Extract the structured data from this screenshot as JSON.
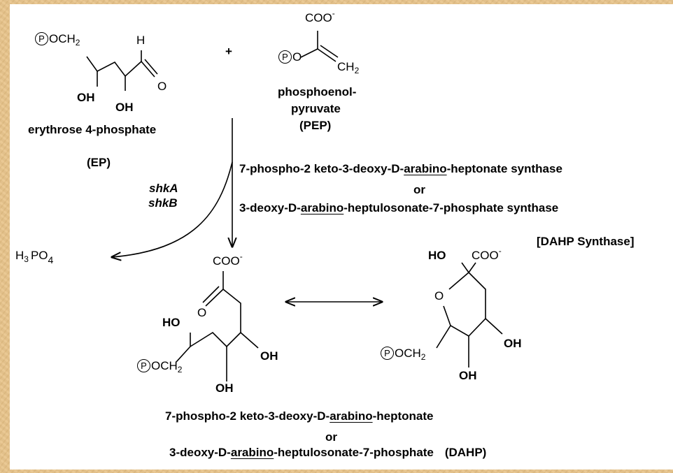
{
  "reactants": {
    "erythrose_4_phosphate": {
      "name": "erythrose 4-phosphate",
      "abbr": "(EP)",
      "phospho_circle": "P",
      "group_och": "OCH",
      "group_sub": "2",
      "h_atom": "H",
      "o_atom": "O",
      "oh_1": "OH",
      "oh_2": "OH"
    },
    "plus": "+",
    "pep": {
      "name_line1": "phosphoenol-",
      "name_line2": "pyruvate",
      "abbr": "(PEP)",
      "coo": "COO",
      "charge": "-",
      "phospho_circle": "P",
      "o_atom": "O",
      "ch": "CH",
      "ch_sub": "2"
    }
  },
  "enzyme": {
    "name_1_pre": "7-phospho-2 keto-3-deoxy-D-",
    "name_1_ul": "arabino",
    "name_1_post": "-heptonate synthase",
    "or": "or",
    "name_2_pre": "3-deoxy-D-",
    "name_2_ul": "arabino",
    "name_2_post": "-heptulosonate-7-phosphate synthase",
    "abbr": "[DAHP Synthase]",
    "genes": [
      "shkA",
      "shkB"
    ]
  },
  "byproduct": {
    "main": "H",
    "sub1": "3",
    "mid": "PO",
    "sub2": "4"
  },
  "product_open": {
    "coo": "COO",
    "charge": "-",
    "o_atom": "O",
    "ho": "HO",
    "oh_right": "OH",
    "oh_bottom": "OH",
    "phospho_circle": "P",
    "group_och": "OCH",
    "group_sub": "2"
  },
  "product_ring": {
    "ho": "HO",
    "coo": "COO",
    "charge": "-",
    "ring_o": "O",
    "oh_right": "OH",
    "oh_bottom": "OH",
    "phospho_circle": "P",
    "group_och": "OCH",
    "group_sub": "2"
  },
  "product_name": {
    "line1_pre": "7-phospho-2 keto-3-deoxy-D-",
    "line1_ul": "arabino",
    "line1_post": "-heptonate",
    "or": "or",
    "line2_pre": "3-deoxy-D-",
    "line2_ul": "arabino",
    "line2_post": "-heptulosonate-7-phosphate",
    "abbr": "(DAHP)"
  },
  "colors": {
    "background_texture": "#e8c48a",
    "panel": "#ffffff",
    "ink": "#000000"
  }
}
